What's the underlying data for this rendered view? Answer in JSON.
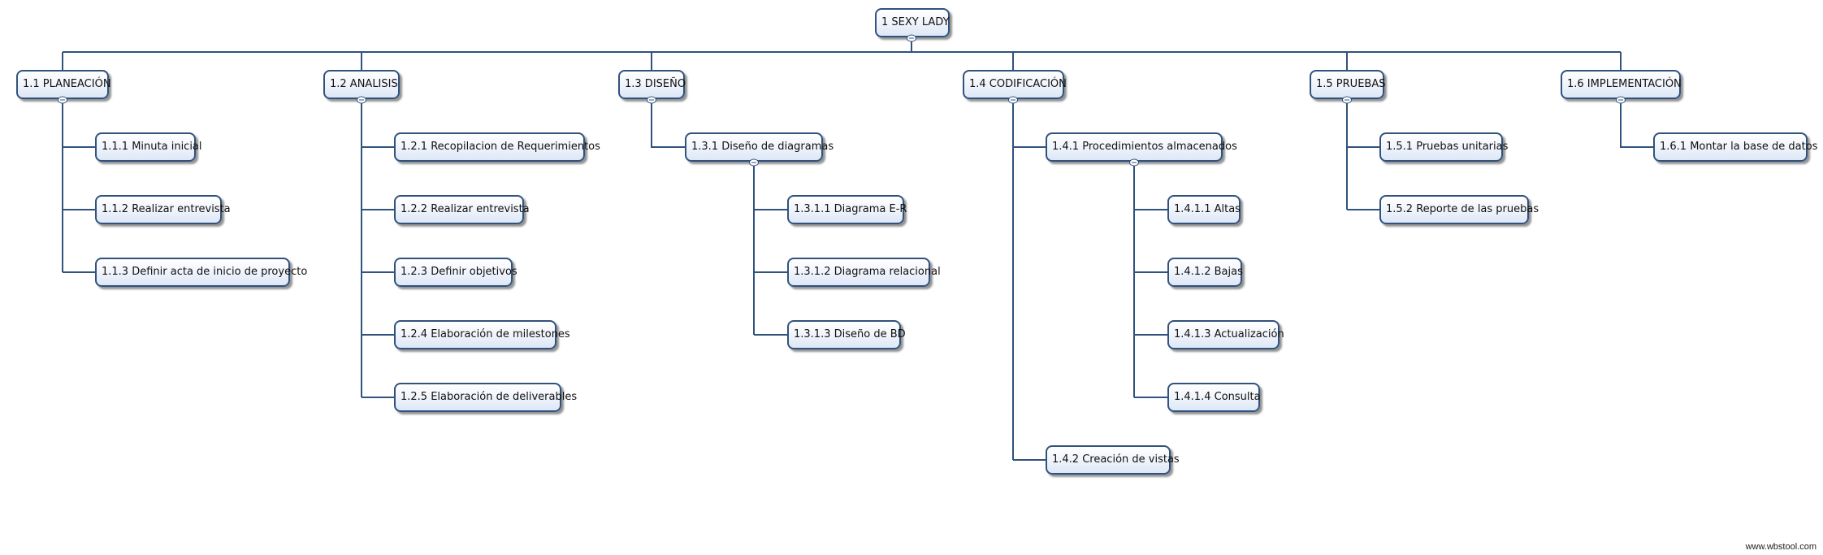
{
  "diagram": {
    "root": "1 SEXY LADY",
    "branches": [
      {
        "label": "1.1 PLANEACIÓN",
        "children": [
          {
            "label": "1.1.1 Minuta inicial"
          },
          {
            "label": "1.1.2 Realizar entrevista"
          },
          {
            "label": "1.1.3 Definir acta de inicio de proyecto"
          }
        ]
      },
      {
        "label": "1.2 ANALISIS",
        "children": [
          {
            "label": "1.2.1 Recopilacion de Requerimientos"
          },
          {
            "label": "1.2.2 Realizar entrevista"
          },
          {
            "label": "1.2.3 Definir objetivos"
          },
          {
            "label": "1.2.4 Elaboración de milestones"
          },
          {
            "label": "1.2.5 Elaboración de deliverables"
          }
        ]
      },
      {
        "label": "1.3 DISEÑO",
        "children": [
          {
            "label": "1.3.1 Diseño de diagramas",
            "children": [
              {
                "label": "1.3.1.1 Diagrama E-R"
              },
              {
                "label": "1.3.1.2 Diagrama relacional"
              },
              {
                "label": "1.3.1.3 Diseño de BD"
              }
            ]
          }
        ]
      },
      {
        "label": "1.4 CODIFICACIÓN",
        "children": [
          {
            "label": "1.4.1 Procedimientos almacenados",
            "children": [
              {
                "label": "1.4.1.1 Altas"
              },
              {
                "label": "1.4.1.2 Bajas"
              },
              {
                "label": "1.4.1.3 Actualización"
              },
              {
                "label": "1.4.1.4 Consulta"
              }
            ]
          },
          {
            "label": "1.4.2 Creación de vistas"
          }
        ]
      },
      {
        "label": "1.5 PRUEBAS",
        "children": [
          {
            "label": "1.5.1 Pruebas unitarias"
          },
          {
            "label": "1.5.2 Reporte de las pruebas"
          }
        ]
      },
      {
        "label": "1.6 IMPLEMENTACIÓN",
        "children": [
          {
            "label": "1.6.1 Montar la base de datos"
          }
        ]
      }
    ]
  },
  "footer": {
    "text": "www.wbstool.com"
  }
}
